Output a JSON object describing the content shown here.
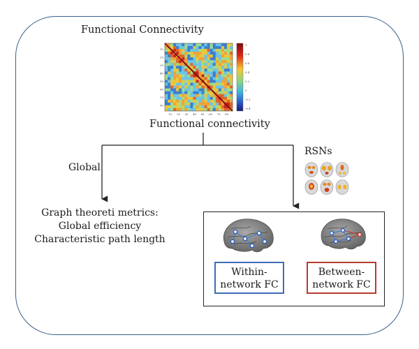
{
  "title": "Functional Connectivity",
  "matrix_caption": "Functional connectivity",
  "colorbar_ticks": [
    "1",
    "0.8",
    "0.6",
    "0.4",
    "0.2",
    "0",
    "-0.2",
    "-0.4"
  ],
  "matrix_axis_ticks": [
    "10",
    "20",
    "30",
    "40",
    "50",
    "60",
    "70",
    "80"
  ],
  "branches": {
    "left_label": "Global",
    "right_label": "RSNs"
  },
  "metrics": {
    "line1": "Graph theoreti metrics:",
    "line2": "Global efficiency",
    "line3": "Characteristic path length"
  },
  "network_fc": {
    "within": {
      "line1": "Within-",
      "line2": "network FC",
      "color": "#3d6db5"
    },
    "between": {
      "line1": "Between-",
      "line2": "network FC",
      "color": "#b63a2c"
    }
  },
  "colors": {
    "frame": "#3a5f8c",
    "arrow": "#222222"
  },
  "icons": [
    "correlation-matrix-heatmap",
    "colorbar",
    "rsn-brain-maps",
    "brain-network-icon"
  ]
}
